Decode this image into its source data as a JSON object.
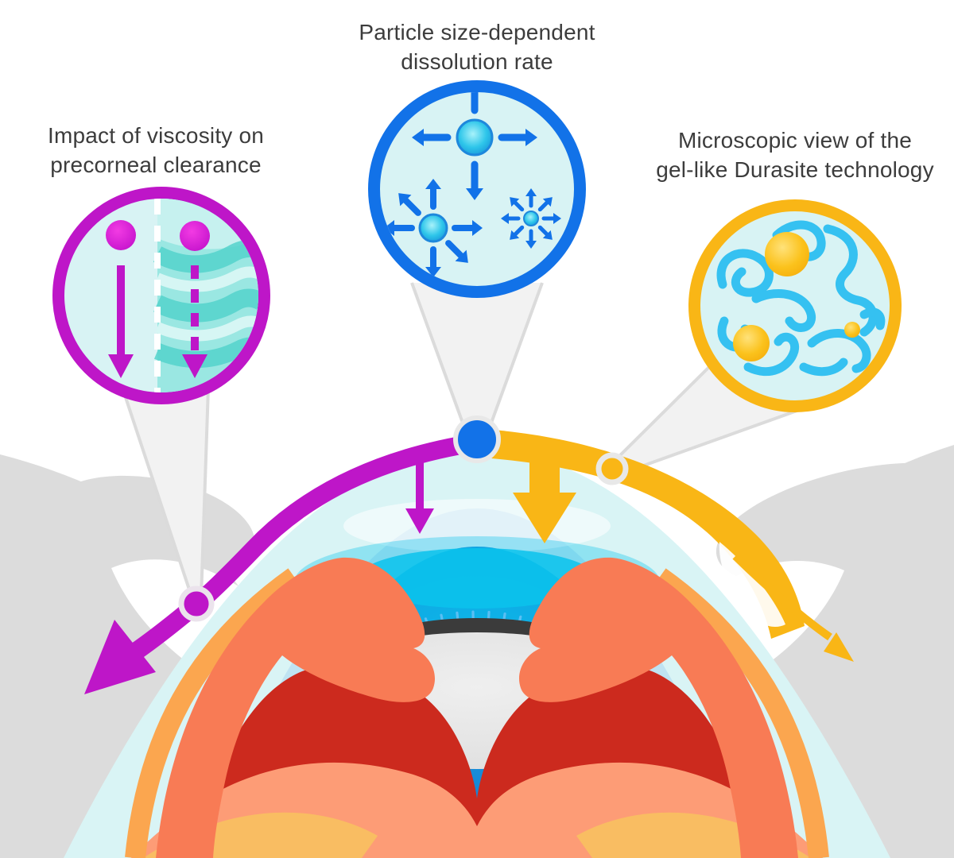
{
  "figure": {
    "type": "ophthalmic-technology-illustration",
    "callouts": [
      {
        "id": "viscosity",
        "lines": [
          "Impact of viscosity on",
          "precorneal clearance"
        ],
        "accent_color": "#BE16C8"
      },
      {
        "id": "dissolution",
        "lines": [
          "Particle size-dependent",
          "dissolution rate"
        ],
        "accent_color": "#1272E8"
      },
      {
        "id": "durasite",
        "lines": [
          "Microscopic view of the",
          "gel-like Durasite technology"
        ],
        "accent_color": "#F9B616"
      }
    ]
  },
  "colors": {
    "magenta": "#BE16C8",
    "blue": "#1272E8",
    "yellow": "#F9B616",
    "circle-fill": "#D8F3F4",
    "text": "#3C3C3C",
    "eyelid-gray": "#DCDCDC",
    "funnel-fill": "#F2F2F2",
    "funnel-edge": "#DBDBDB",
    "tear-film": "#D9F4F5",
    "cornea": "#BFE3F2",
    "iris-blue": "#1877CE",
    "iris-glow": "#0AC3EC",
    "fringe": "#5FC0F4",
    "pupil": "#3B3B3B",
    "lens-gray": "#E4E4E4",
    "tissue-coral": "#F87B55",
    "tissue-orange": "#FBA64F",
    "tissue-red": "#CC2A1E",
    "tissue-salmon": "#FD9C76",
    "tissue-amber": "#F9BD62",
    "gel-strand": "#35C1F1",
    "teal-wave": "#53D2CB"
  }
}
